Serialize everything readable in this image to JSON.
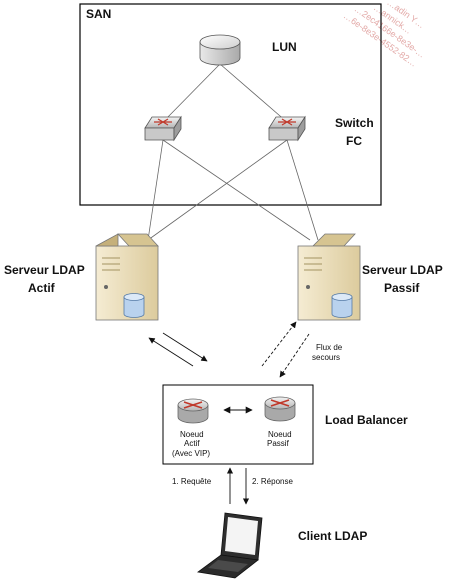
{
  "san": {
    "label": "SAN"
  },
  "lun": {
    "label": "LUN"
  },
  "switch": {
    "label_line1": "Switch",
    "label_line2": "FC"
  },
  "server_active": {
    "line1": "Serveur LDAP",
    "line2": "Actif"
  },
  "server_passive": {
    "line1": "Serveur LDAP",
    "line2": "Passif"
  },
  "flux": {
    "line1": "Flux de",
    "line2": "secours"
  },
  "load_balancer": {
    "label": "Load Balancer",
    "node_active": {
      "line1": "Noeud",
      "line2": "Actif",
      "line3": "(Avec VIP)"
    },
    "node_passive": {
      "line1": "Noeud",
      "line2": "Passif"
    }
  },
  "client": {
    "label": "Client LDAP"
  },
  "arrows": {
    "request": "1. Requête",
    "response": "2. Réponse"
  },
  "watermark": {
    "line1": "…adin Y…",
    "line2": "…annick…",
    "line3": "…2ec4166e-8e3e-…",
    "line4": "…6e-8e3e-4552-82…"
  },
  "colors": {
    "router_red": "#c0392b",
    "server_beige": "#efe2bf",
    "db_blue": "#b9d2ee",
    "watermark": "#e3aaa8"
  }
}
